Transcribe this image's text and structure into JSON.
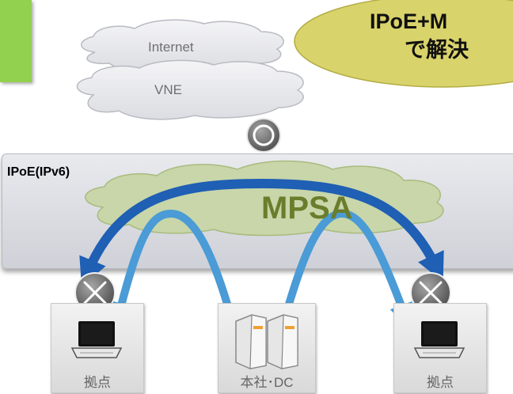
{
  "diagram": {
    "cloud_labels": {
      "internet": "Internet",
      "vne": "VNE"
    },
    "network_label": "IPoE(IPv6)",
    "overlay_label": "MPSA",
    "callout": {
      "line1": "IPoE+M",
      "line2": "で解決"
    },
    "sites": [
      {
        "label": "拠点",
        "icon": "laptop-icon"
      },
      {
        "label": "本社･DC",
        "icon": "server-icon"
      },
      {
        "label": "拠点",
        "icon": "laptop-icon"
      }
    ],
    "icons": [
      "router-icon",
      "gateway-icon",
      "laptop-icon",
      "server-icon"
    ],
    "colors": {
      "accent_green": "#92d050",
      "arrow_dark_blue": "#1f5fb4",
      "arrow_light_blue": "#4a9bd6",
      "mpsa_cloud": "#c8d6a9",
      "mpsa_text": "#6a7d2c",
      "callout_fill": "#d9d36b",
      "router_fill": "#7f7f7f"
    }
  }
}
